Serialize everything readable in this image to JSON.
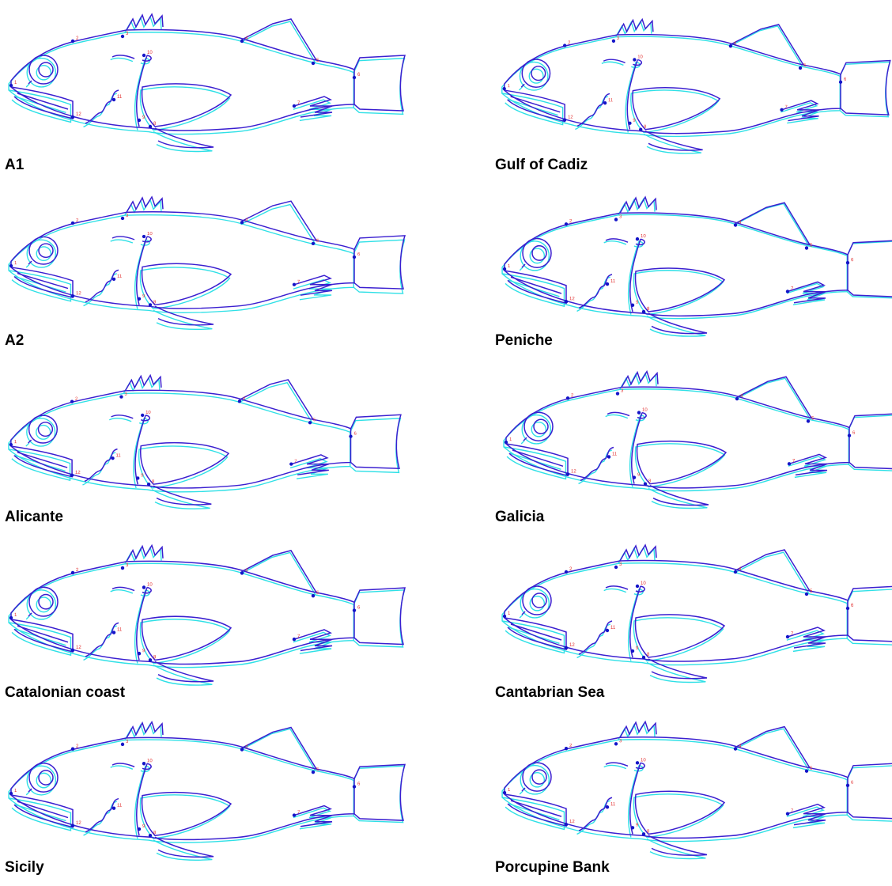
{
  "figure": {
    "panels": [
      {
        "caption": "A1"
      },
      {
        "caption": "Gulf of Cadiz"
      },
      {
        "caption": "A2"
      },
      {
        "caption": "Peniche"
      },
      {
        "caption": "Alicante"
      },
      {
        "caption": "Galicia"
      },
      {
        "caption": "Catalonian coast"
      },
      {
        "caption": "Cantabrian Sea"
      },
      {
        "caption": "Sicily"
      },
      {
        "caption": "Porcupine Bank"
      }
    ],
    "colors": {
      "reference_outline": "#2ee0e6",
      "deformed_outline": "#3a1fd0",
      "landmark_dot": "#1414c8",
      "landmark_label": "#e23030"
    },
    "landmark_labels": [
      "1",
      "2",
      "3",
      "4",
      "5",
      "6",
      "7",
      "8",
      "9",
      "10",
      "11",
      "12"
    ]
  }
}
